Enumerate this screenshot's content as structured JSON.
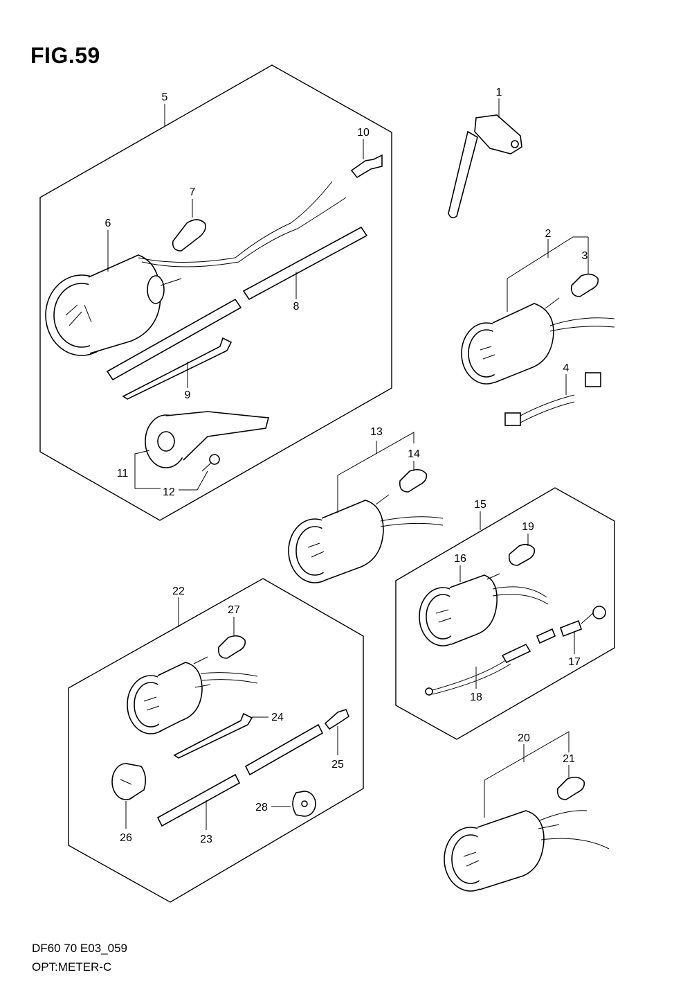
{
  "figure": {
    "title": "FIG.59",
    "footer_code": "DF60 70 E03_059",
    "footer_name": "OPT:METER-C"
  },
  "callouts": [
    "1",
    "2",
    "3",
    "4",
    "5",
    "6",
    "7",
    "8",
    "9",
    "10",
    "11",
    "12",
    "13",
    "14",
    "15",
    "16",
    "17",
    "18",
    "19",
    "20",
    "21",
    "22",
    "23",
    "24",
    "25",
    "26",
    "27",
    "28"
  ]
}
